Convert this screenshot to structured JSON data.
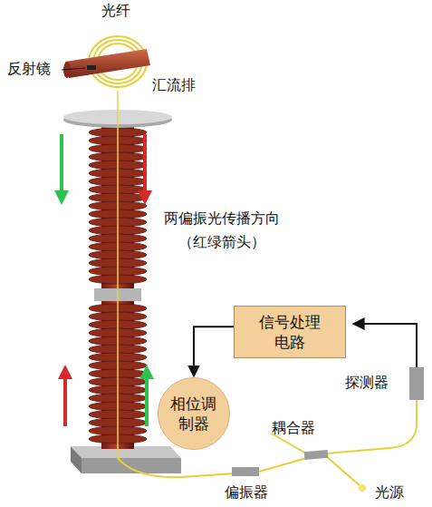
{
  "diagram": {
    "nodes": [
      {
        "text": [
          "信号处理电路"
        ]
      },
      {
        "text": [
          "相位调制器"
        ]
      }
    ],
    "edges": [
      {
        "from": 0,
        "to": 1,
        "arrow": "to"
      }
    ],
    "labels": [
      "光纤",
      "反射镜",
      "汇流排",
      "两偏振光传播方向 （红绿箭头）",
      "探测器",
      "耦合器",
      "偏振器",
      "光源"
    ]
  }
}
